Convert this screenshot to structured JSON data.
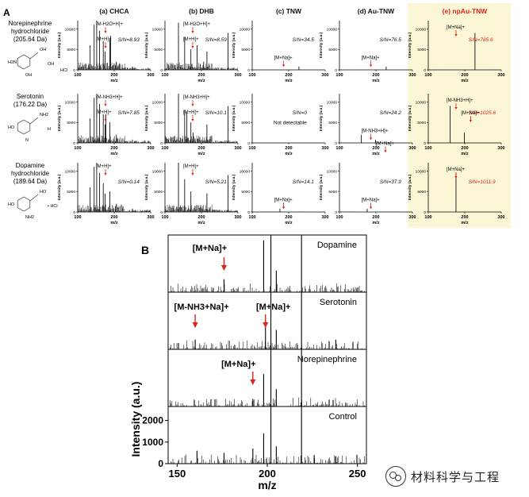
{
  "panel_a_label": "A",
  "panel_b_label": "B",
  "columns": [
    {
      "label": "(a) CHCA",
      "highlight": false
    },
    {
      "label": "(b) DHB",
      "highlight": false
    },
    {
      "label": "(c) TNW",
      "highlight": false
    },
    {
      "label": "(d) Au-TNW",
      "highlight": false
    },
    {
      "label": "(e) npAu-TNW",
      "highlight": true
    }
  ],
  "rows": [
    {
      "name": "Norepinephrine",
      "name2": "hydrochloride",
      "mass": "(205.64 Da)",
      "structure_labels": [
        "H2N",
        "OH",
        "OH",
        "OH",
        "HCl"
      ]
    },
    {
      "name": "Serotonin",
      "name2": "",
      "mass": "(176.22 Da)",
      "structure_labels": [
        "HO",
        "NH2",
        "N",
        "H"
      ]
    },
    {
      "name": "Dopamine",
      "name2": "hydrochloride",
      "mass": "(189.64 Da)",
      "structure_labels": [
        "HO",
        "HO",
        "NH2",
        "• HCl"
      ]
    }
  ],
  "colors": {
    "highlight_bg": "#fbf7d6",
    "accent_red": "#e0201b",
    "trace": "#111111"
  },
  "chart_data": [
    {
      "type": "line",
      "panel": "A",
      "xlabel": "m/z",
      "ylabel": "Intensity (a.u.)",
      "xlim": [
        100,
        300
      ],
      "ylim": [
        0,
        12000
      ],
      "xticks": [
        100,
        200,
        300
      ],
      "yticks": [
        0,
        5000,
        10000
      ],
      "spectra": [
        {
          "row": 0,
          "col": 0,
          "sn": "S/N=8.93",
          "labels": [
            "[M-H2O+H]+",
            "[M+H]+"
          ],
          "peaks": [
            [
              134,
              6000
            ],
            [
              145,
              11000
            ],
            [
              152,
              12500
            ],
            [
              160,
              9500
            ],
            [
              170,
              7000
            ],
            [
              175,
              4500
            ],
            [
              188,
              7500
            ],
            [
              190,
              8300
            ],
            [
              206,
              2000
            ],
            [
              215,
              1500
            ],
            [
              250,
              800
            ]
          ]
        },
        {
          "row": 0,
          "col": 1,
          "sn": "S/N=8.59",
          "labels": [
            "[M-H2O+H]+",
            "[M+H]+"
          ],
          "peaks": [
            [
              137,
              11500
            ],
            [
              154,
              8000
            ],
            [
              171,
              5000
            ],
            [
              188,
              6000
            ],
            [
              206,
              2000
            ],
            [
              215,
              4500
            ],
            [
              273,
              9000
            ]
          ]
        },
        {
          "row": 0,
          "col": 2,
          "sn": "S/N=34.5",
          "labels": [
            "[M+Na]+"
          ],
          "peaks": [
            [
              228,
              800
            ]
          ]
        },
        {
          "row": 0,
          "col": 3,
          "sn": "S/N=76.5",
          "labels": [
            "[M+Na]+"
          ],
          "peaks": [
            [
              228,
              800
            ]
          ]
        },
        {
          "row": 0,
          "col": 4,
          "sn": "S/N=785.6",
          "labels": [
            "[M+Na]+"
          ],
          "peaks": [
            [
              228,
              9000
            ]
          ]
        },
        {
          "row": 1,
          "col": 0,
          "sn": "S/N=7.85",
          "labels": [
            "[M-NH3+H]+",
            "[M+H]+"
          ],
          "peaks": [
            [
              134,
              6000
            ],
            [
              145,
              11000
            ],
            [
              152,
              12500
            ],
            [
              160,
              9500
            ],
            [
              170,
              7000
            ],
            [
              175,
              4500
            ],
            [
              177,
              7000
            ],
            [
              188,
              5000
            ],
            [
              206,
              2000
            ],
            [
              250,
              800
            ]
          ]
        },
        {
          "row": 1,
          "col": 1,
          "sn": "S/N=10.1",
          "labels": [
            "[M-NH3+H]+",
            "[M+H]+"
          ],
          "peaks": [
            [
              137,
              12000
            ],
            [
              154,
              8000
            ],
            [
              160,
              7500
            ],
            [
              171,
              5000
            ],
            [
              177,
              2500
            ],
            [
              215,
              4500
            ],
            [
              273,
              9000
            ]
          ]
        },
        {
          "row": 1,
          "col": 2,
          "sn": "S/N=0",
          "labels": [],
          "peaks": []
        },
        {
          "row": 1,
          "col": 3,
          "sn": "S/N=24.2",
          "labels": [
            "[M-NH3+H]+",
            "[M+Na]+"
          ],
          "peaks": [
            [
              160,
              2000
            ],
            [
              199,
              800
            ]
          ]
        },
        {
          "row": 1,
          "col": 4,
          "sn": "S/N=1025.6",
          "labels": [
            "[M-NH3+H]+",
            "[M+Na]+"
          ],
          "peaks": [
            [
              160,
              9000
            ],
            [
              199,
              2500
            ]
          ]
        },
        {
          "row": 2,
          "col": 0,
          "sn": "S/N=0.14",
          "labels": [
            "[M+H]+"
          ],
          "peaks": [
            [
              134,
              6000
            ],
            [
              145,
              11000
            ],
            [
              152,
              12500
            ],
            [
              160,
              9500
            ],
            [
              170,
              7000
            ],
            [
              175,
              4500
            ],
            [
              188,
              5000
            ],
            [
              206,
              2000
            ],
            [
              250,
              800
            ]
          ]
        },
        {
          "row": 2,
          "col": 1,
          "sn": "S/N=5.21",
          "labels": [
            "[M+H]+"
          ],
          "peaks": [
            [
              137,
              12000
            ],
            [
              154,
              8000
            ],
            [
              171,
              5000
            ],
            [
              215,
              4500
            ],
            [
              273,
              9000
            ]
          ]
        },
        {
          "row": 2,
          "col": 2,
          "sn": "S/N=14.1",
          "labels": [
            "[M+Na]+"
          ],
          "peaks": [
            [
              176,
              800
            ]
          ]
        },
        {
          "row": 2,
          "col": 3,
          "sn": "S/N=37.9",
          "labels": [
            "[M+Na]+"
          ],
          "peaks": [
            [
              176,
              800
            ]
          ]
        },
        {
          "row": 2,
          "col": 4,
          "sn": "S/N=1011.9",
          "labels": [
            "[M+Na]+"
          ],
          "peaks": [
            [
              176,
              9500
            ]
          ]
        }
      ],
      "not_detectable": "Not detectable"
    },
    {
      "type": "line",
      "panel": "B",
      "xlabel": "m/z",
      "ylabel": "Intensity (a.u.)",
      "xlim": [
        145,
        255
      ],
      "yticks": [
        0,
        1000,
        2000
      ],
      "xticks": [
        150,
        200,
        250
      ],
      "ylim_per_panel": [
        0,
        2500
      ],
      "series": [
        {
          "name": "Dopamine",
          "annotation": "[M+Na]+",
          "arrow_x": 176,
          "peaks": [
            [
              176,
              600
            ],
            [
              198,
              2400
            ],
            [
              202,
              2800
            ],
            [
              205,
              1000
            ],
            [
              219,
              2800
            ],
            [
              170,
              200
            ]
          ]
        },
        {
          "name": "Serotonin",
          "annotation": "[M+Na]+",
          "annotation2": "[M-NH3+Na]+",
          "arrow_x": 199,
          "arrow2_x": 160,
          "peaks": [
            [
              160,
              450
            ],
            [
              199,
              1300
            ],
            [
              202,
              2800
            ],
            [
              219,
              2800
            ],
            [
              205,
              900
            ],
            [
              238,
              450
            ]
          ]
        },
        {
          "name": "Norepinephrine",
          "annotation": "[M+Na]+",
          "arrow_x": 192,
          "peaks": [
            [
              192,
              350
            ],
            [
              198,
              1500
            ],
            [
              202,
              2800
            ],
            [
              205,
              800
            ],
            [
              219,
              2800
            ]
          ]
        },
        {
          "name": "Control",
          "annotation": "",
          "arrow_x": null,
          "peaks": [
            [
              161,
              600
            ],
            [
              176,
              500
            ],
            [
              192,
              700
            ],
            [
              198,
              1400
            ],
            [
              202,
              2800
            ],
            [
              205,
              800
            ],
            [
              219,
              2800
            ],
            [
              226,
              400
            ],
            [
              238,
              350
            ]
          ]
        }
      ]
    }
  ],
  "watermark": "材料科学与工程"
}
